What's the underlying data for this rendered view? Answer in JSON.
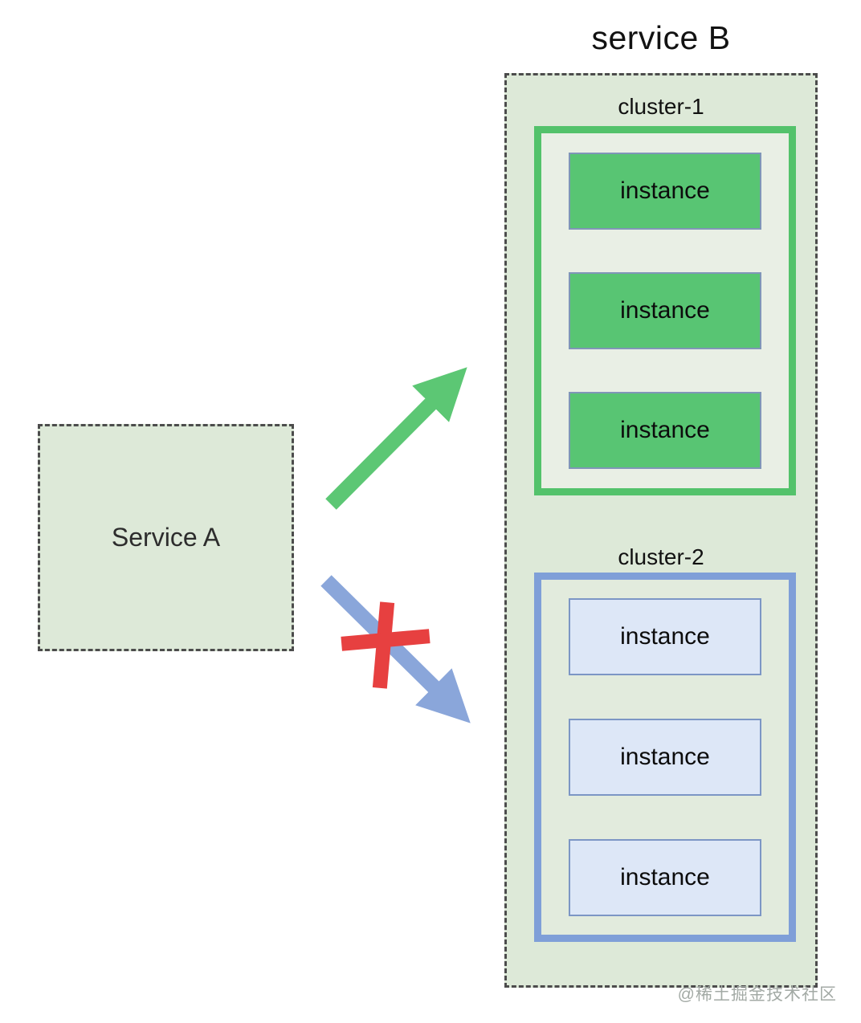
{
  "diagram": {
    "title": "service B",
    "service_a": {
      "label": "Service A"
    },
    "service_b": {
      "clusters": [
        {
          "name": "cluster-1",
          "instances": [
            {
              "label": "instance"
            },
            {
              "label": "instance"
            },
            {
              "label": "instance"
            }
          ]
        },
        {
          "name": "cluster-2",
          "instances": [
            {
              "label": "instance"
            },
            {
              "label": "instance"
            },
            {
              "label": "instance"
            }
          ]
        }
      ]
    },
    "arrows": [
      {
        "from": "Service A",
        "to": "cluster-1",
        "status": "allowed",
        "color": "#5cc774"
      },
      {
        "from": "Service A",
        "to": "cluster-2",
        "status": "blocked",
        "color": "#8aa6da",
        "blocked_mark_color": "#e74040"
      }
    ],
    "watermark": "@稀土掘金技术社区",
    "colors": {
      "canvas": "#ffffff",
      "container_fill": "#dde9d8",
      "dashed_border": "#4c4c4c",
      "cluster1_border": "#53c26b",
      "cluster1_fill": "#e9efe5",
      "instance_green_fill": "#58c573",
      "instance_green_border": "#8096b8",
      "cluster2_border": "#7f9fd8",
      "cluster2_fill": "#e2ebdd",
      "instance_blue_fill": "#dde7f7",
      "instance_blue_border": "#7c96c5",
      "arrow_allowed": "#5cc774",
      "arrow_blocked": "#8aa6da",
      "cross": "#e74040",
      "watermark_color": "#a3aaa5"
    }
  }
}
